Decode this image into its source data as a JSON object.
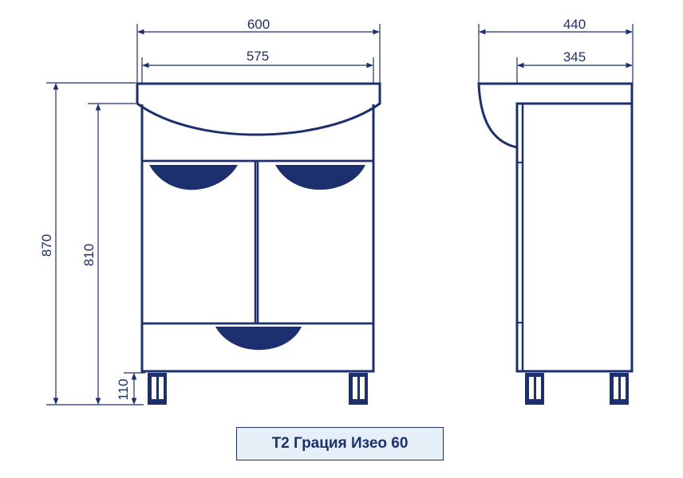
{
  "colors": {
    "line": "#1c2f6e",
    "caption_bg": "#e4eff8",
    "background": "#ffffff"
  },
  "dimensions": {
    "front_total_width": "600",
    "front_inner_width": "575",
    "side_total_depth": "440",
    "side_cabinet_depth": "345",
    "total_height": "870",
    "cabinet_height": "810",
    "leg_height": "110"
  },
  "caption": "Т2 Грация Изео 60"
}
